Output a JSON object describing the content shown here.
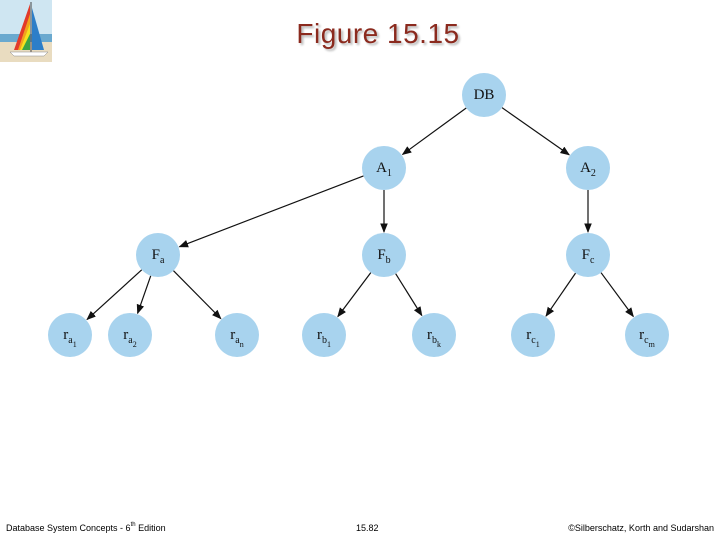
{
  "title": "Figure 15.15",
  "footer": {
    "left_prefix": "Database System Concepts - 6",
    "left_sup": "th",
    "left_suffix": " Edition",
    "page": "15.82",
    "right": "©Silberschatz, Korth and Sudarshan"
  },
  "colors": {
    "node_fill": "#a8d3ee",
    "title": "#8b2a1e",
    "edge": "#111111"
  },
  "tree": {
    "root": {
      "id": "DB",
      "label": "DB"
    },
    "areas": [
      {
        "id": "A1",
        "base": "A",
        "sub": "1"
      },
      {
        "id": "A2",
        "base": "A",
        "sub": "2"
      }
    ],
    "files": [
      {
        "id": "Fa",
        "base": "F",
        "sub": "a",
        "parent": "A1"
      },
      {
        "id": "Fb",
        "base": "F",
        "sub": "b",
        "parent": "A1"
      },
      {
        "id": "Fc",
        "base": "F",
        "sub": "c",
        "parent": "A2"
      }
    ],
    "records": [
      {
        "id": "ra1",
        "base": "r",
        "sub": "a",
        "subsub": "1",
        "parent": "Fa"
      },
      {
        "id": "ra2",
        "base": "r",
        "sub": "a",
        "subsub": "2",
        "parent": "Fa"
      },
      {
        "id": "ran",
        "base": "r",
        "sub": "a",
        "subsub": "n",
        "parent": "Fa"
      },
      {
        "id": "rb1",
        "base": "r",
        "sub": "b",
        "subsub": "1",
        "parent": "Fb"
      },
      {
        "id": "rbk",
        "base": "r",
        "sub": "b",
        "subsub": "k",
        "parent": "Fb"
      },
      {
        "id": "rc1",
        "base": "r",
        "sub": "c",
        "subsub": "1",
        "parent": "Fc"
      },
      {
        "id": "rcm",
        "base": "r",
        "sub": "c",
        "subsub": "m",
        "parent": "Fc"
      }
    ]
  }
}
